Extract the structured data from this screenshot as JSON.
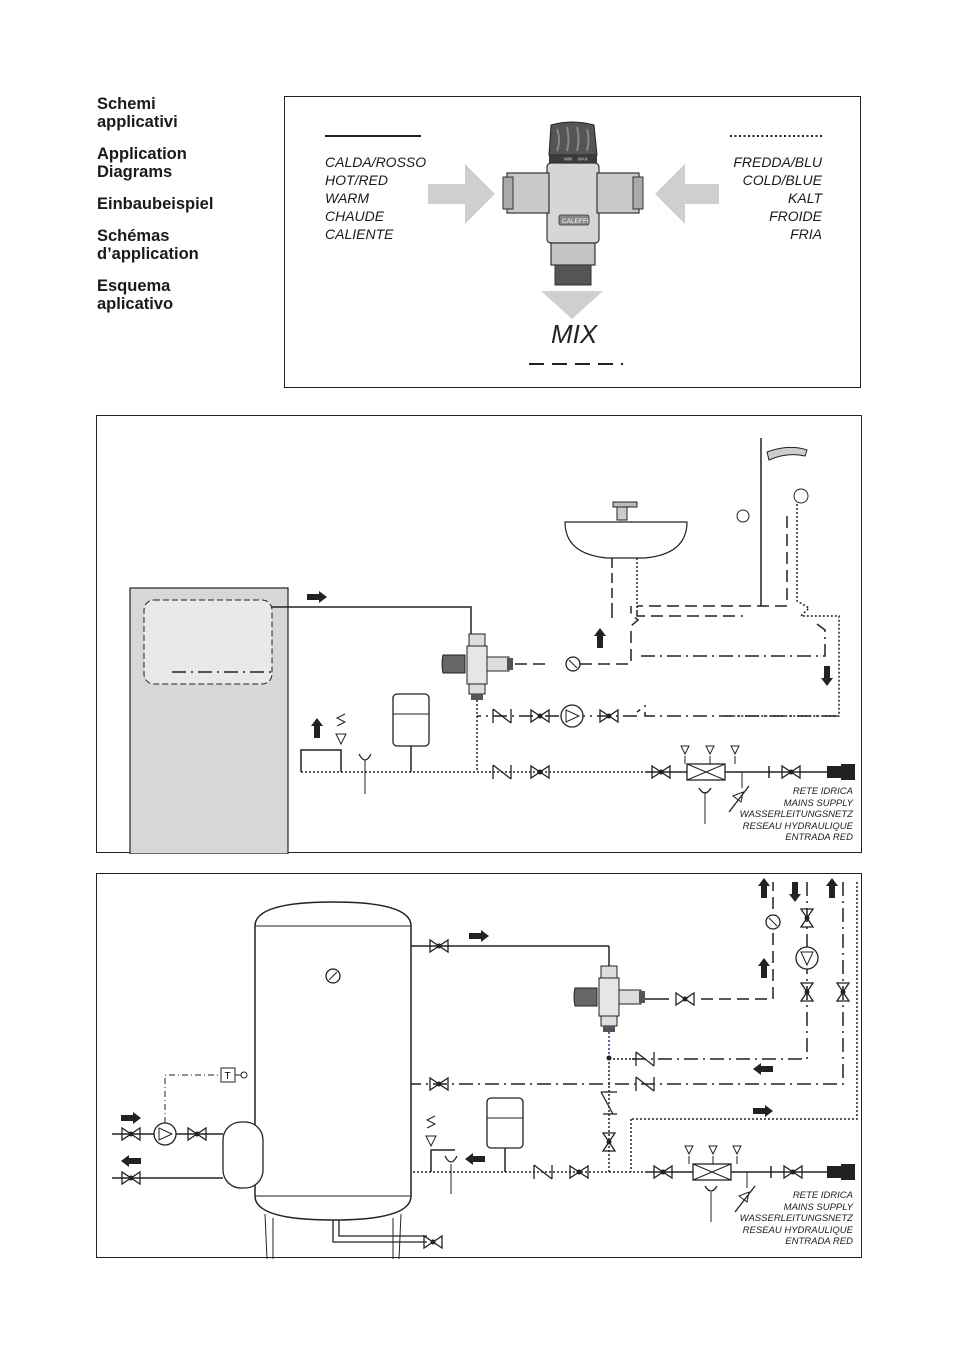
{
  "section_titles": [
    "Schemi\napplicativi",
    "Application\nDiagrams",
    "Einbaubeispiel",
    "Schémas\nd’application",
    "Esquema\naplicativo"
  ],
  "legend": {
    "hot_labels": [
      "CALDA/ROSSO",
      "HOT/RED",
      "WARM",
      "CHAUDE",
      "CALIENTE"
    ],
    "cold_labels": [
      "FREDDA/BLU",
      "COLD/BLUE",
      "KALT",
      "FROIDE",
      "FRIA"
    ],
    "mix_label": "MIX",
    "brand": "CALEFFI",
    "knob_labels": [
      "MIN",
      "MAX"
    ]
  },
  "diagram1": {
    "supply_labels": [
      "RETE IDRICA",
      "MAINS SUPPLY",
      "WASSERLEITUNGSNETZ",
      "RESEAU HYDRAULIQUE",
      "ENTRADA RED"
    ]
  },
  "diagram2": {
    "supply_labels": [
      "RETE IDRICA",
      "MAINS SUPPLY",
      "WASSERLEITUNGSNETZ",
      "RESEAU HYDRAULIQUE",
      "ENTRADA RED"
    ],
    "thermostat_symbol": "T"
  }
}
